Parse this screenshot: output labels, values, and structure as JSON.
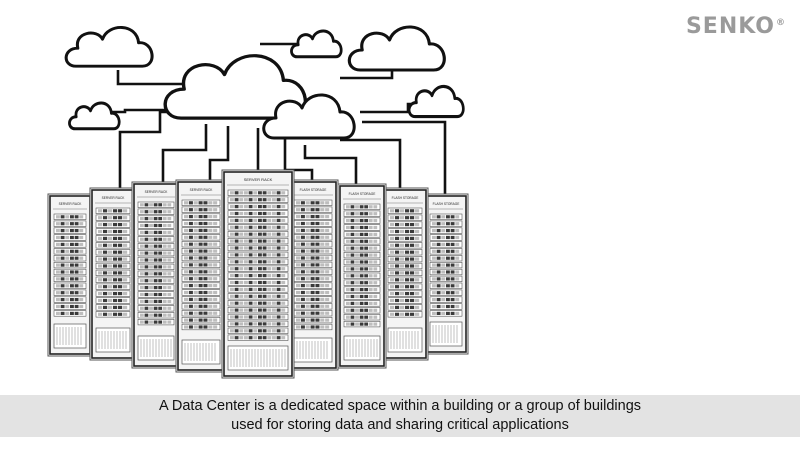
{
  "brand": {
    "name": "SENKO",
    "mark": "®"
  },
  "caption": {
    "line1": "A Data Center is a dedicated space within a building or a group of buildings",
    "line2": "used for storing data and sharing critical applications"
  },
  "racks": [
    {
      "label": "SERVER RACK"
    },
    {
      "label": "SERVER RACK"
    },
    {
      "label": "SERVER RACK"
    },
    {
      "label": "SERVER RACK"
    },
    {
      "label": "SERVER RACK"
    },
    {
      "label": "FLASH STORAGE"
    },
    {
      "label": "FLASH STORAGE"
    },
    {
      "label": "FLASH STORAGE"
    },
    {
      "label": "FLASH STORAGE"
    }
  ],
  "icons": {
    "logo": "senko-logo",
    "cloud": "cloud-icon",
    "rack": "server-rack-icon"
  }
}
